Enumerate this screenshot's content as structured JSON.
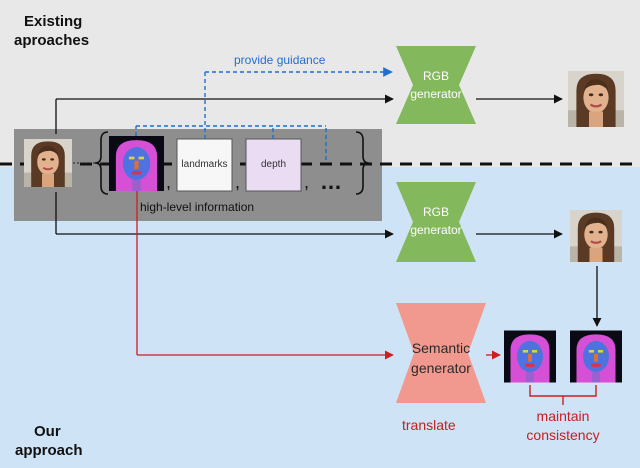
{
  "sections": {
    "existing_title_line1": "Existing",
    "existing_title_line2": "aproaches",
    "ours_title_line1": "Our",
    "ours_title_line2": "approach"
  },
  "labels": {
    "provide_guidance": "provide guidance",
    "high_level_information": "high-level information",
    "landmarks": "landmarks",
    "depth": "depth",
    "ellipsis": "…",
    "comma": ",",
    "translate": "translate",
    "maintain_line1": "maintain",
    "maintain_line2": "consistency"
  },
  "generators": {
    "rgb_top_line1": "RGB",
    "rgb_top_line2": "generator",
    "rgb_mid_line1": "RGB",
    "rgb_mid_line2": "generator",
    "semantic_line1": "Semantic",
    "semantic_line2": "generator"
  },
  "colors": {
    "top_bg": "#e8e8e8",
    "bottom_bg": "#cfe3f7",
    "info_box": "#8e8e8e",
    "rgb_generator": "#83b85c",
    "semantic_generator": "#f2998f",
    "guidance_arrow": "#1f6fd1",
    "red_arrow": "#cc1f1f",
    "red_text": "#c81e1e",
    "landmarks_fill": "#f7f7f7",
    "depth_fill": "#eadcf2"
  },
  "icons": {
    "face_photo": "face-photo-icon",
    "segmentation_map": "semantic-map-icon"
  }
}
